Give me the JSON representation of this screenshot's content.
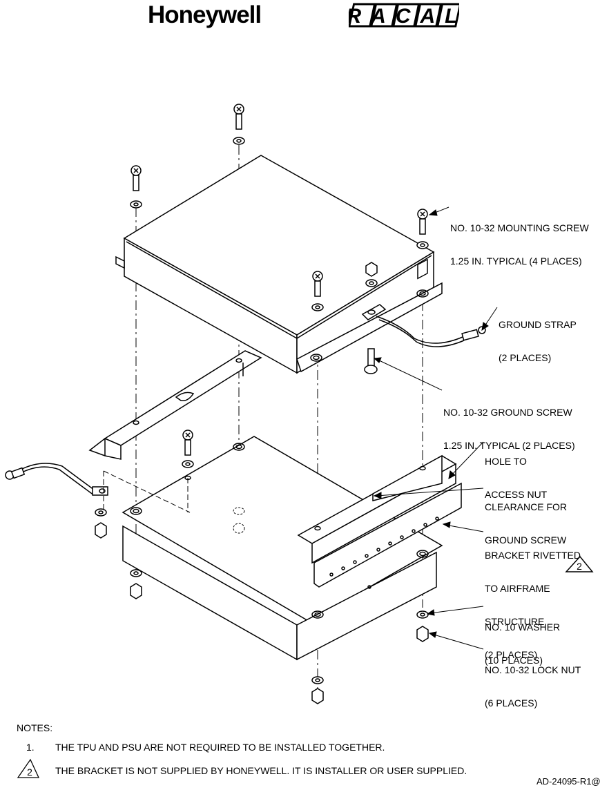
{
  "logos": {
    "honeywell": "Honeywell",
    "racal": "RACAL"
  },
  "callouts": {
    "mounting_screw": [
      "NO. 10-32 MOUNTING SCREW",
      "1.25 IN. TYPICAL (4 PLACES)"
    ],
    "ground_strap": [
      "GROUND STRAP",
      "(2 PLACES)"
    ],
    "ground_screw": [
      "NO. 10-32 GROUND SCREW",
      "1.25 IN. TYPICAL (2 PLACES)"
    ],
    "hole_access": [
      "HOLE TO",
      "ACCESS NUT"
    ],
    "clearance": [
      "CLEARANCE FOR",
      "GROUND SCREW"
    ],
    "bracket": [
      "BRACKET RIVETTED",
      "TO AIRFRAME",
      "STRUCTURE",
      "(2 PLACES)"
    ],
    "washer": [
      "NO. 10 WASHER",
      "(10 PLACES)"
    ],
    "lock_nut": [
      "NO. 10-32 LOCK NUT",
      "(6 PLACES)"
    ]
  },
  "note_flag": "2",
  "notes": {
    "header": "NOTES:",
    "note1_number": "1.",
    "note1_text": "THE TPU AND PSU ARE NOT REQUIRED TO BE INSTALLED TOGETHER.",
    "note2_flag": "2",
    "note2_text": "THE BRACKET IS NOT SUPPLIED BY HONEYWELL. IT IS INSTALLER OR USER SUPPLIED."
  },
  "doc_id": "AD-24095-R1@"
}
